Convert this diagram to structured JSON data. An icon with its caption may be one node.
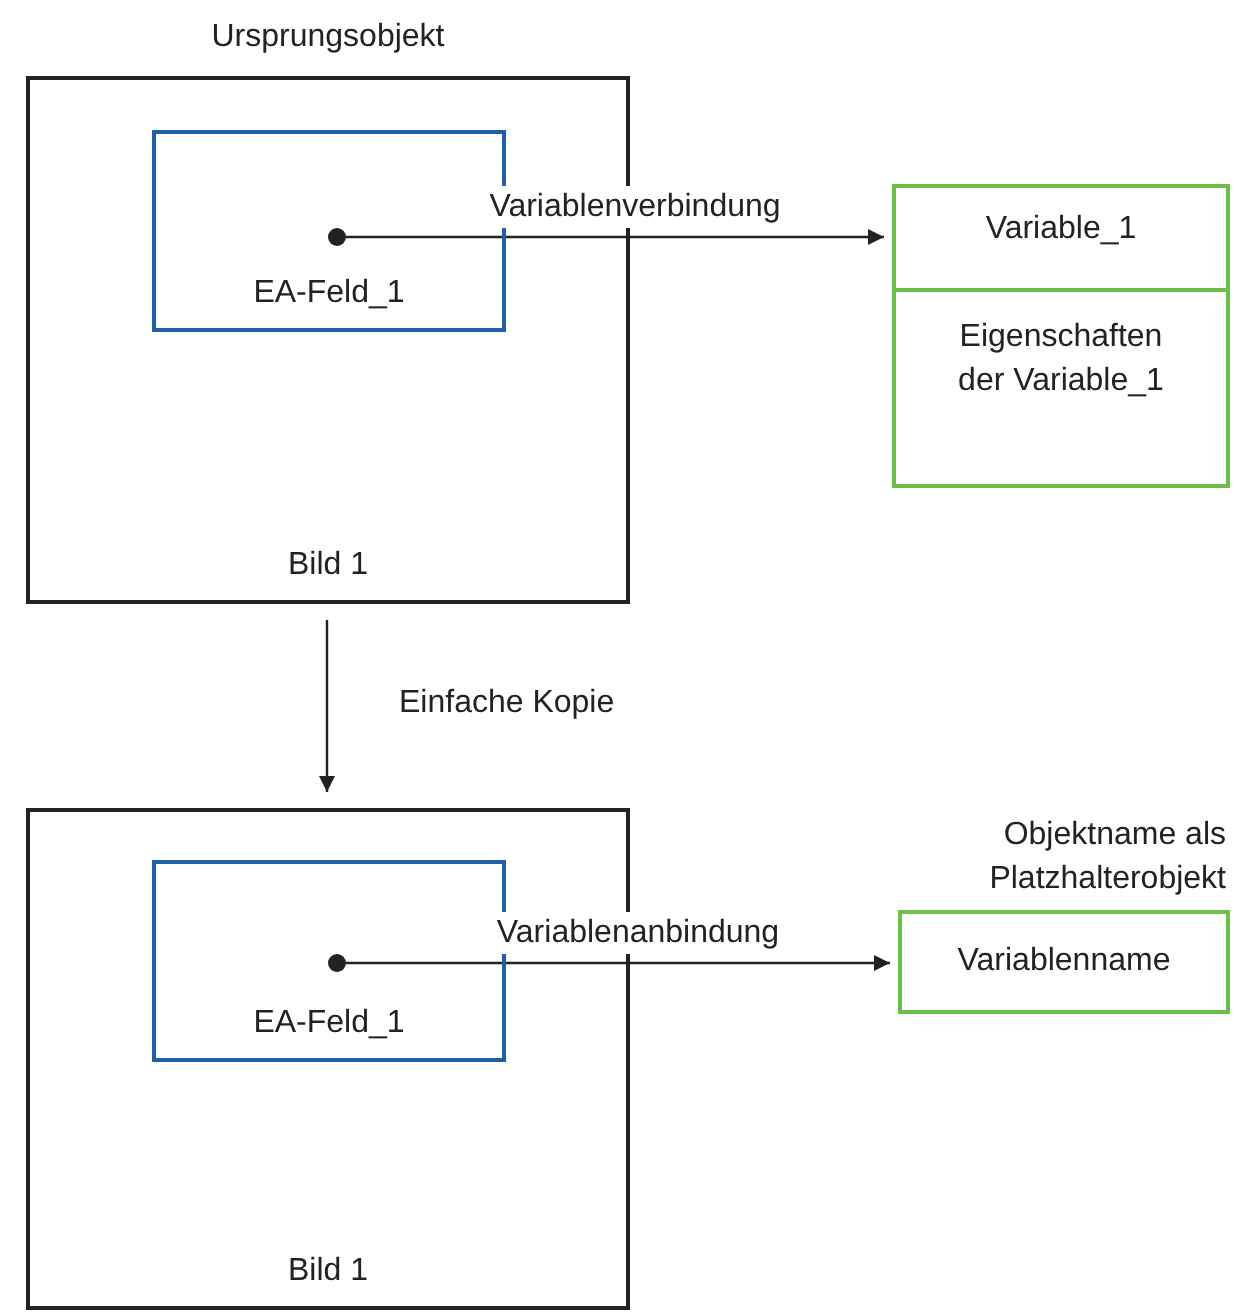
{
  "diagram": {
    "nodes": [
      {
        "text": [
          "Ursprungsobjekt",
          "Bild 1"
        ]
      },
      {
        "text": [
          "EA-Feld_1"
        ],
        "in": 0
      },
      {
        "text": [],
        "shape": "circle",
        "in": 1
      },
      {
        "text": [
          "Variable_1",
          "Eigenschaften der Variable_1"
        ]
      },
      {
        "text": [
          "Bild 1"
        ]
      },
      {
        "text": [
          "EA-Feld_1"
        ],
        "in": 4
      },
      {
        "text": [],
        "shape": "circle",
        "in": 5
      },
      {
        "text": [
          "Objektname als Platzhalterobjekt",
          "Variablenname"
        ]
      }
    ],
    "edges": [
      {
        "from": 2,
        "to": 3,
        "arrow": "to",
        "label": "Variablenverbindung"
      },
      {
        "from": 0,
        "to": 4,
        "arrow": "to",
        "label": "Einfache Kopie"
      },
      {
        "from": 6,
        "to": 7,
        "arrow": "to",
        "label": "Variablenanbindung"
      }
    ]
  }
}
